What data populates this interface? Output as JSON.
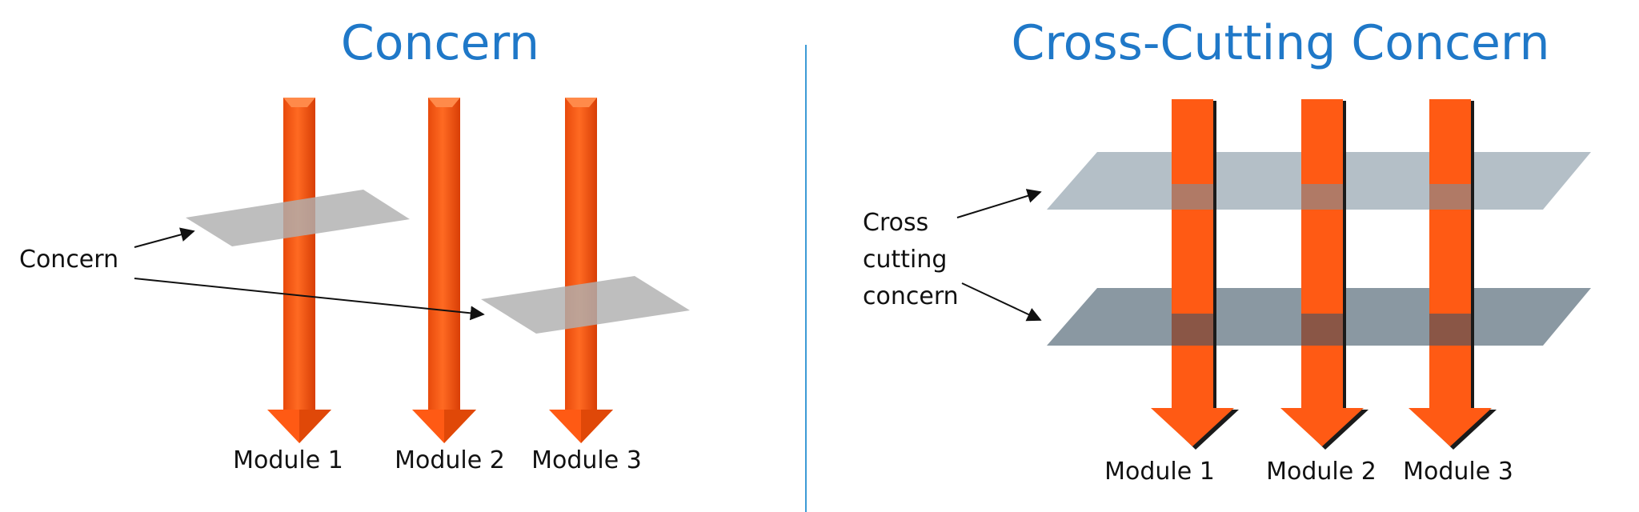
{
  "left_panel": {
    "title": "Concern",
    "concern_label": "Concern",
    "modules": [
      "Module 1",
      "Module 2",
      "Module 3"
    ]
  },
  "right_panel": {
    "title": "Cross-Cutting Concern",
    "cross_label_lines": [
      "Cross",
      "cutting",
      "concern"
    ],
    "modules": [
      "Module 1",
      "Module 2",
      "Module 3"
    ]
  },
  "colors": {
    "title": "#1f78c8",
    "arrow": "#ff5a14",
    "arrow_dark": "#d93d06",
    "plane_gray": "#b0b0b0",
    "plane_light_blue": "#a9b6bf",
    "plane_dark_blue": "#7a8a96",
    "divider": "#3d9bd6"
  }
}
